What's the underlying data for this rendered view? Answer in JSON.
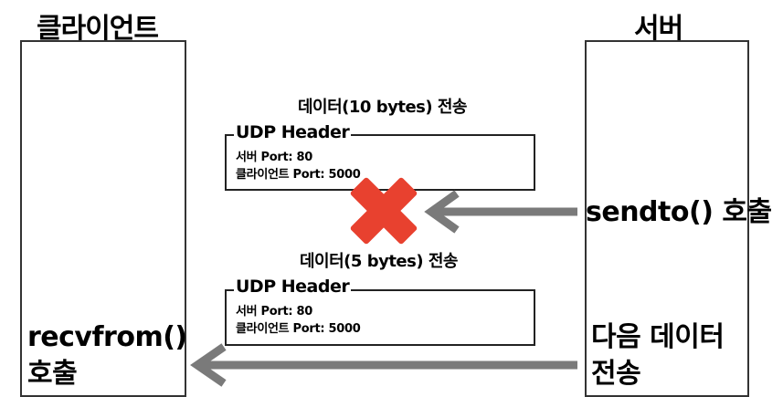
{
  "client": {
    "title": "클라이언트",
    "recv_call_line1": "recvfrom()",
    "recv_call_line2": "호출"
  },
  "server": {
    "title": "서버",
    "send_call": "sendto() 호출",
    "next_line1": "다음 데이터",
    "next_line2": "전송"
  },
  "packets": [
    {
      "caption": "데이터(10 bytes) 전송",
      "header_title": "UDP Header",
      "server_port": "서버 Port: 80",
      "client_port": "클라이언트 Port: 5000",
      "status": "dropped"
    },
    {
      "caption": "데이터(5 bytes) 전송",
      "header_title": "UDP Header",
      "server_port": "서버 Port: 80",
      "client_port": "클라이언트 Port: 5000",
      "status": "delivered"
    }
  ],
  "colors": {
    "arrow": "#7a7a7a",
    "cross": "#e8412f",
    "border": "#333333"
  },
  "icons": {
    "drop_marker": "cross-icon",
    "flow": "left-arrow-icon"
  }
}
